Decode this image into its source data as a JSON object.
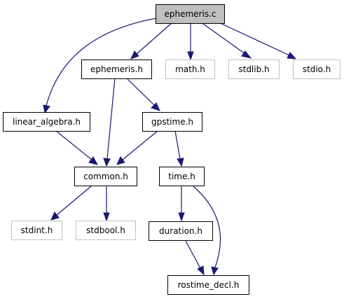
{
  "graph": {
    "edge_color": "#191970",
    "root_fill": "#bfbfbf",
    "external_border": "#bfbfbf",
    "nodes": {
      "ephemeris_c": "ephemeris.c",
      "ephemeris_h": "ephemeris.h",
      "math_h": "math.h",
      "stdlib_h": "stdlib.h",
      "stdio_h": "stdio.h",
      "linear_algebra_h": "linear_algebra.h",
      "gpstime_h": "gpstime.h",
      "common_h": "common.h",
      "time_h": "time.h",
      "stdint_h": "stdint.h",
      "stdbool_h": "stdbool.h",
      "duration_h": "duration.h",
      "rostime_decl_h": "rostime_decl.h"
    },
    "edges": [
      [
        "ephemeris_c",
        "ephemeris_h"
      ],
      [
        "ephemeris_c",
        "math_h"
      ],
      [
        "ephemeris_c",
        "stdlib_h"
      ],
      [
        "ephemeris_c",
        "stdio_h"
      ],
      [
        "ephemeris_c",
        "linear_algebra_h"
      ],
      [
        "ephemeris_h",
        "common_h"
      ],
      [
        "ephemeris_h",
        "gpstime_h"
      ],
      [
        "linear_algebra_h",
        "common_h"
      ],
      [
        "gpstime_h",
        "common_h"
      ],
      [
        "gpstime_h",
        "time_h"
      ],
      [
        "common_h",
        "stdint_h"
      ],
      [
        "common_h",
        "stdbool_h"
      ],
      [
        "time_h",
        "duration_h"
      ],
      [
        "time_h",
        "rostime_decl_h"
      ],
      [
        "duration_h",
        "rostime_decl_h"
      ]
    ]
  }
}
